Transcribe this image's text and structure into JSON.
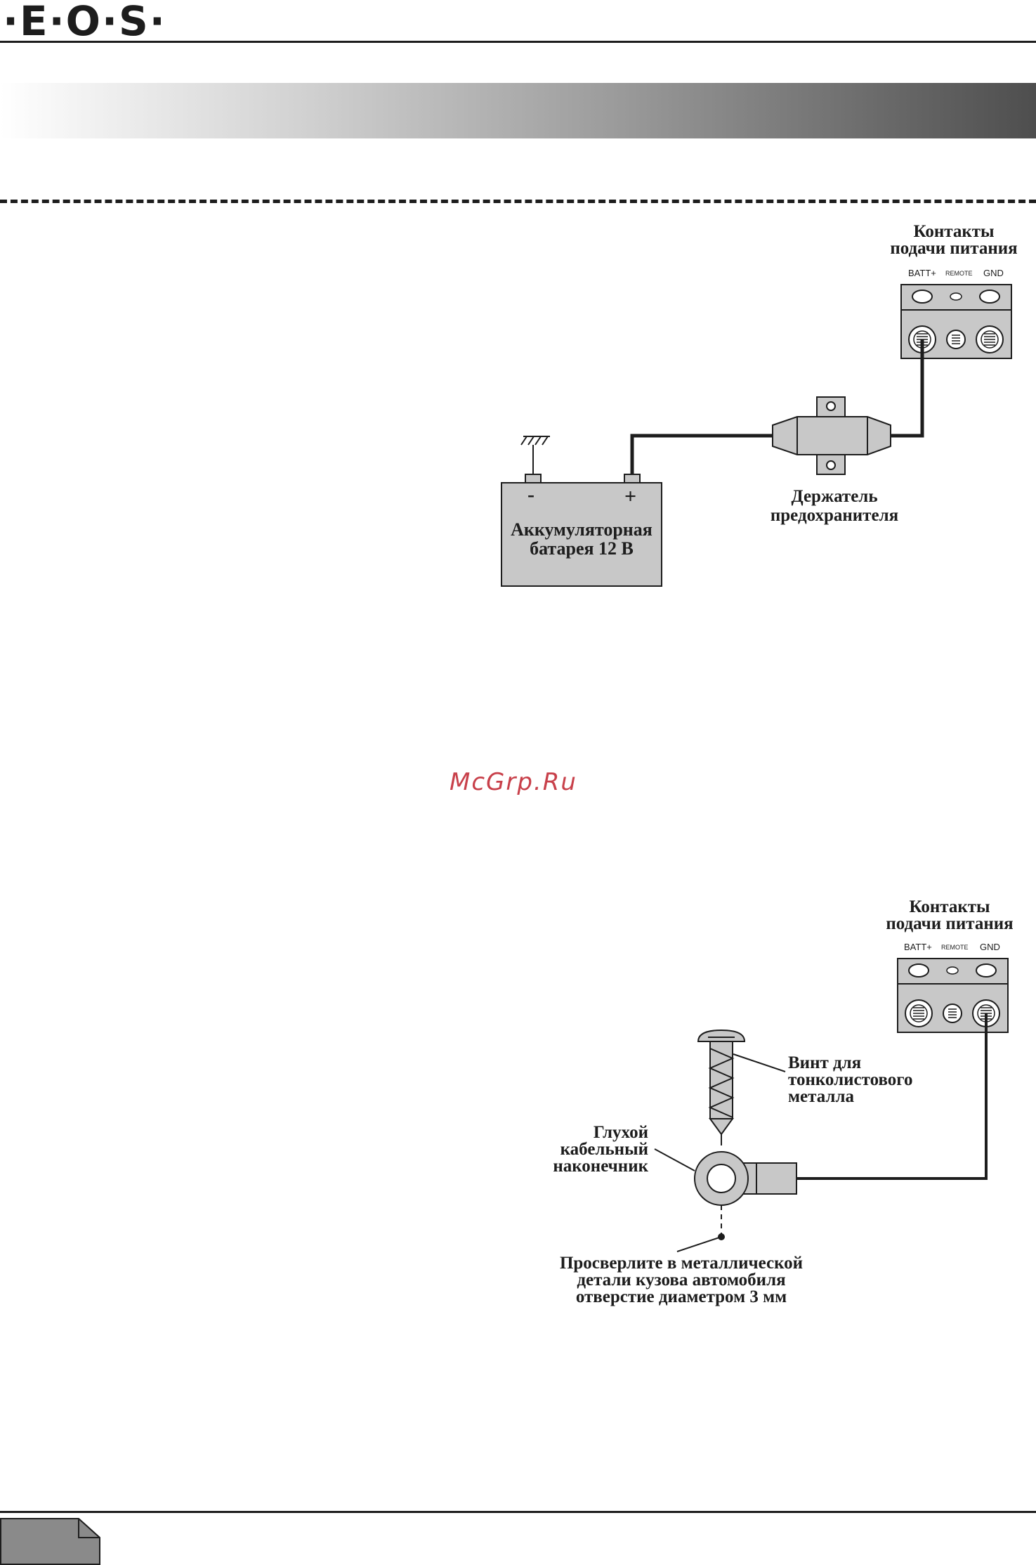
{
  "header": {
    "logo_text": "·E·O·S·"
  },
  "diagram1": {
    "terminal_title": "Контакты\nподачи питания",
    "terminal_labels": {
      "batt": "BATT+",
      "remote": "REMOTE",
      "gnd": "GND"
    },
    "battery_minus": "-",
    "battery_plus": "+",
    "battery_label": "Аккумуляторная\nбатарея 12 В",
    "fuse_label": "Держатель\nпредохранителя"
  },
  "watermark": "McGrp.Ru",
  "diagram2": {
    "terminal_title": "Контакты\nподачи питания",
    "terminal_labels": {
      "batt": "BATT+",
      "remote": "REMOTE",
      "gnd": "GND"
    },
    "screw_label": "Винт для\nтонколистового\nметалла",
    "lug_label": "Глухой\nкабельный\nнаконечник",
    "drill_label": "Просверлите в металлической\nдетали кузова автомобиля\nотверстие диаметром 3 мм"
  },
  "colors": {
    "ink": "#1d1d1d",
    "box_fill": "#c8c8c8",
    "watermark": "#c8404a"
  },
  "icons": [
    "ground-symbol-icon",
    "screw-icon",
    "ring-lug-icon",
    "fuse-holder-icon",
    "terminal-block-icon",
    "page-tab-icon"
  ]
}
